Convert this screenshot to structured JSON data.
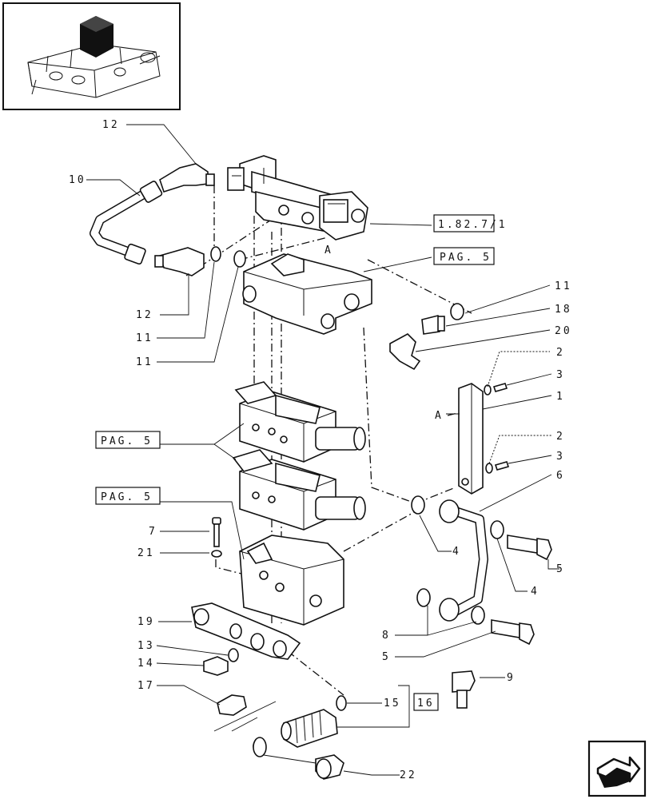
{
  "callouts": {
    "c12a": "12",
    "c10": "10",
    "c12b": "12",
    "c11a": "11",
    "c11b": "11",
    "c11c": "11",
    "c18": "18",
    "c20": "20",
    "c2a": "2",
    "c3a": "3",
    "c1": "1",
    "c2b": "2",
    "c3b": "3",
    "c6": "6",
    "c5a": "5",
    "c4a": "4",
    "c4b": "4",
    "c7": "7",
    "c21": "21",
    "c19": "19",
    "c13": "13",
    "c14": "14",
    "c17": "17",
    "c8": "8",
    "c5b": "5",
    "c9": "9",
    "c15": "15",
    "c22": "22",
    "markA1": "A",
    "markA2": "A"
  },
  "references": {
    "ref_1827": "1.82.7/1",
    "ref_pag_top": "PAG. 5",
    "ref_pag_mid": "PAG. 5",
    "ref_pag_low": "PAG. 5",
    "ref_16": "16"
  },
  "icons": {
    "thumbnail": "tractor-hitch-overview-icon",
    "nav": "next-page-arrow-icon"
  }
}
